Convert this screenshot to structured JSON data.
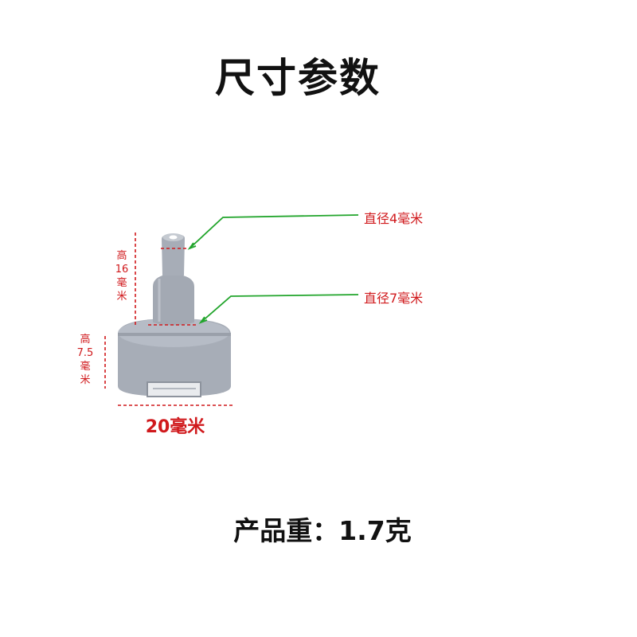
{
  "title": "尺寸参数",
  "labels": {
    "diameter_top": "直径4毫米",
    "diameter_mid": "直径7毫米",
    "height_total": "高 16 毫 米",
    "height_base": "高 7.5 毫 米",
    "width": "20毫米"
  },
  "weight": "产品重：1.7克",
  "colors": {
    "annotation_red": "#d0191c",
    "arrow_green": "#22a52c",
    "product_gray": "#a7adb7"
  }
}
